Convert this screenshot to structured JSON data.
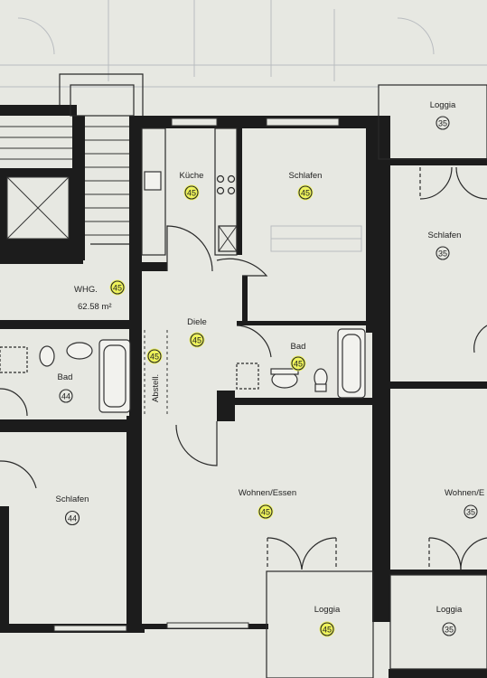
{
  "rooms": [
    {
      "id": "kueche",
      "label": "Küche",
      "num": "45",
      "highlight": true
    },
    {
      "id": "schlafen-main",
      "label": "Schlafen",
      "num": "45",
      "highlight": true
    },
    {
      "id": "diele",
      "label": "Diele",
      "num": "45",
      "highlight": true
    },
    {
      "id": "abstell",
      "label": "Abstell.",
      "num": "45",
      "highlight": true
    },
    {
      "id": "bad-main",
      "label": "Bad",
      "num": "45",
      "highlight": true
    },
    {
      "id": "wohnen-main",
      "label": "Wohnen/Essen",
      "num": "45",
      "highlight": true
    },
    {
      "id": "loggia-main",
      "label": "Loggia",
      "num": "45",
      "highlight": true
    },
    {
      "id": "bad-left",
      "label": "Bad",
      "num": "44",
      "highlight": false
    },
    {
      "id": "schlafen-left",
      "label": "Schlafen",
      "num": "44",
      "highlight": false
    },
    {
      "id": "loggia-tr",
      "label": "Loggia",
      "num": "35",
      "highlight": false
    },
    {
      "id": "schlafen-right",
      "label": "Schlafen",
      "num": "35",
      "highlight": false
    },
    {
      "id": "wohnen-right",
      "label": "Wohnen/E",
      "num": "35",
      "highlight": false
    },
    {
      "id": "loggia-br",
      "label": "Loggia",
      "num": "35",
      "highlight": false
    }
  ],
  "apartment": {
    "label": "WHG.",
    "num": "45",
    "area": "62.58 m²"
  },
  "colors": {
    "highlight": "#eef35a",
    "wall": "#1c1c1c",
    "paper": "#e7e8e2"
  }
}
